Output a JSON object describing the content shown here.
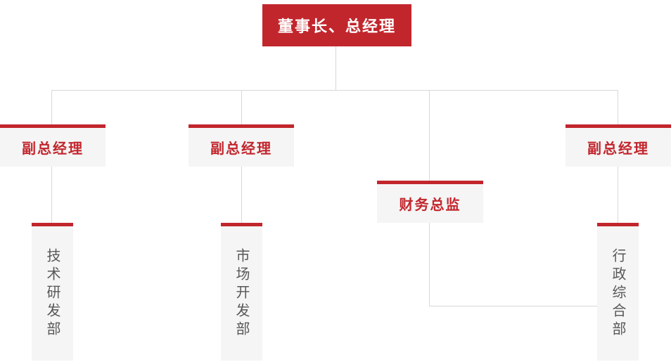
{
  "colors": {
    "primary_red": "#c2262d",
    "node_background": "#f5f5f5",
    "connector_line": "#d8d8d8",
    "department_text": "#595757",
    "root_text": "#ffffff"
  },
  "org_chart": {
    "root": {
      "label": "董事长、总经理"
    },
    "level2": [
      {
        "label": "副总经理"
      },
      {
        "label": "副总经理"
      },
      {
        "label": "财务总监"
      },
      {
        "label": "副总经理"
      }
    ],
    "departments": [
      {
        "label": "技术研发部"
      },
      {
        "label": "市场开发部"
      },
      {
        "label": "行政综合部"
      }
    ]
  }
}
